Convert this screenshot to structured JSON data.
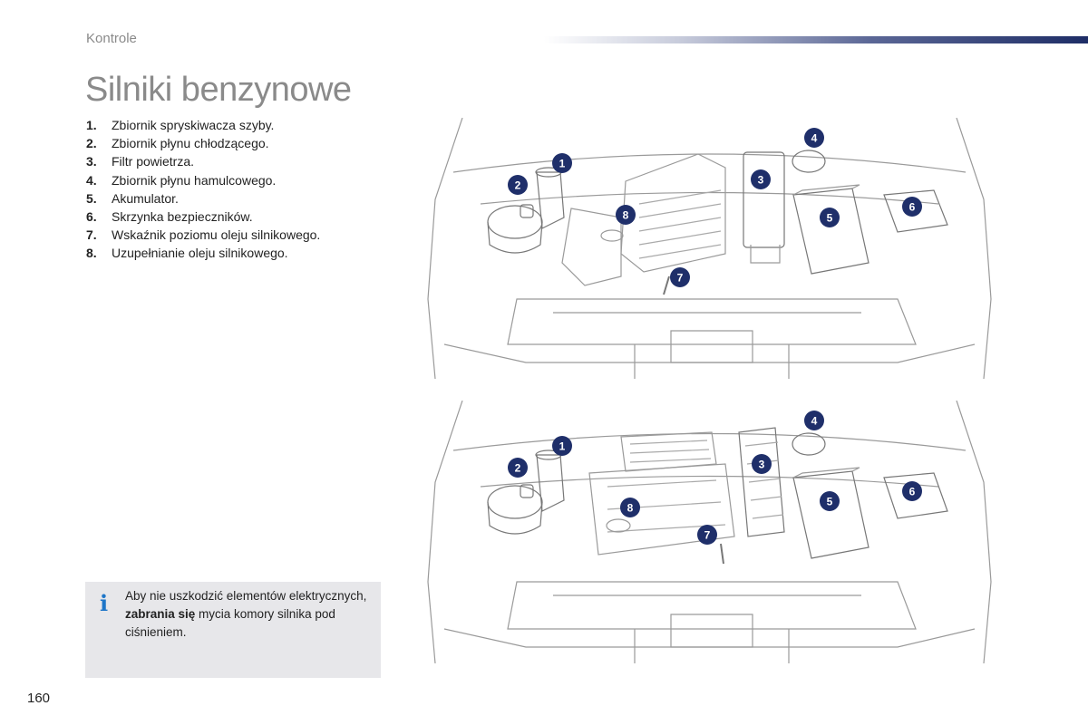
{
  "header": {
    "section": "Kontrole"
  },
  "title": "Silniki benzynowe",
  "parts": [
    {
      "num": "1.",
      "label": "Zbiornik spryskiwacza szyby."
    },
    {
      "num": "2.",
      "label": "Zbiornik płynu chłodzącego."
    },
    {
      "num": "3.",
      "label": "Filtr powietrza."
    },
    {
      "num": "4.",
      "label": "Zbiornik płynu hamulcowego."
    },
    {
      "num": "5.",
      "label": "Akumulator."
    },
    {
      "num": "6.",
      "label": "Skrzynka bezpieczników."
    },
    {
      "num": "7.",
      "label": "Wskaźnik poziomu oleju silnikowego."
    },
    {
      "num": "8.",
      "label": "Uzupełnianie oleju silnikowego."
    }
  ],
  "badges": [
    "1",
    "2",
    "3",
    "4",
    "5",
    "6",
    "7",
    "8"
  ],
  "info": {
    "icon": "i",
    "text_before": "Aby nie uszkodzić elementów elektrycznych, ",
    "text_bold": "zabrania się",
    "text_after": " mycia komory silnika pod ciśnieniem."
  },
  "footer": {
    "page_number": "160"
  },
  "colors": {
    "badge_fill": "#1f2f6a",
    "accent_blue": "#1e76c8",
    "info_bg": "#e7e7ea",
    "title_grey": "#8a8a8a"
  }
}
